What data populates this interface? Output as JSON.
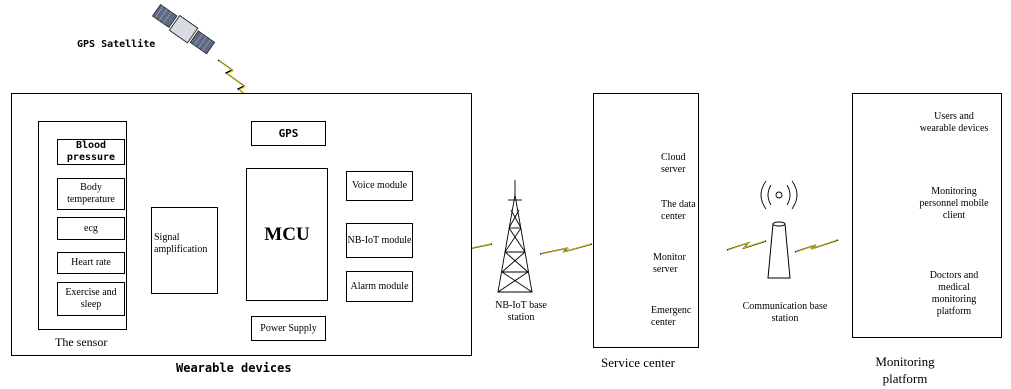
{
  "gps_satellite": {
    "label": "GPS Satellite"
  },
  "wearable": {
    "caption": "Wearable devices",
    "sensor": {
      "caption": "The sensor",
      "items": [
        "Blood pressure",
        "Body temperature",
        "ecg",
        "Heart rate",
        "Exercise and sleep"
      ]
    },
    "signal_amplification": "Signal amplification",
    "gps": "GPS",
    "mcu": "MCU",
    "power_supply": "Power Supply",
    "modules": [
      "Voice module",
      "NB-IoT module",
      "Alarm module"
    ]
  },
  "nbiot_station": {
    "label": "NB-IoT base station"
  },
  "service_center": {
    "caption": "Service center",
    "items": [
      "Cloud server",
      "The data center",
      "Monitor server",
      "Emergenc center"
    ]
  },
  "comm_station": {
    "label": "Communication base station"
  },
  "monitoring_platform": {
    "caption": "Monitoring platform",
    "items": [
      "Users and wearable devices",
      "Monitoring personnel mobile client",
      "Doctors and medical monitoring platform"
    ]
  }
}
